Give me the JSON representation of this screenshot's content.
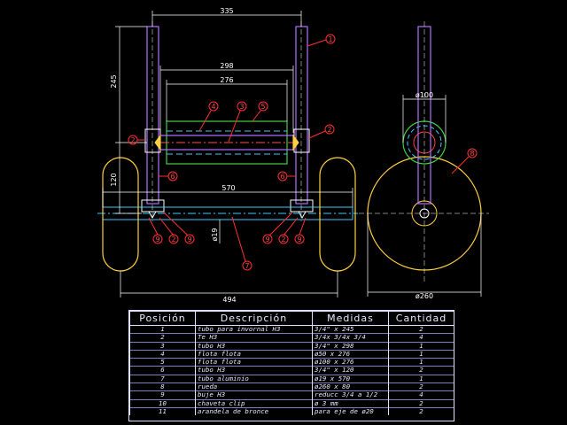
{
  "drawing": {
    "dimensions": {
      "d335": "335",
      "d298": "298",
      "d276": "276",
      "d245": "245",
      "d120": "120",
      "d570": "570",
      "d494": "494",
      "d19": "ø19",
      "d100": "ø100",
      "d260": "ø260"
    },
    "balloons": {
      "b1": "1",
      "b2": "2",
      "b3": "3",
      "b4": "4",
      "b5": "5",
      "b6": "6",
      "b7": "7",
      "b8": "8",
      "b9": "9"
    },
    "colors": {
      "tube": "#b070ff",
      "float": "#40d040",
      "aluminium": "#40c8ff",
      "wheel": "#ffd040",
      "dimension": "#ffffff",
      "callout": "#ff3030"
    }
  },
  "bom": {
    "headers": {
      "pos": "Posición",
      "desc": "Descripción",
      "med": "Medidas",
      "qty": "Cantidad"
    },
    "rows": [
      {
        "pos": "1",
        "desc": "tubo para invornal H3",
        "med": "3/4\" x 245",
        "qty": "2"
      },
      {
        "pos": "2",
        "desc": "Te H3",
        "med": "3/4x 3/4x 3/4",
        "qty": "4"
      },
      {
        "pos": "3",
        "desc": "tubo H3",
        "med": "3/4\" x 298",
        "qty": "1"
      },
      {
        "pos": "4",
        "desc": "flota flota",
        "med": "ø50 x 276",
        "qty": "1"
      },
      {
        "pos": "5",
        "desc": "flota flota",
        "med": "ø100 x 276",
        "qty": "1"
      },
      {
        "pos": "6",
        "desc": "tubo H3",
        "med": "3/4\" x 120",
        "qty": "2"
      },
      {
        "pos": "7",
        "desc": "tubo aluminio",
        "med": "ø19 x 570",
        "qty": "1"
      },
      {
        "pos": "8",
        "desc": "rueda",
        "med": "ø260 x 80",
        "qty": "2"
      },
      {
        "pos": "9",
        "desc": "buje H3",
        "med": "reducc 3/4 a 1/2",
        "qty": "4"
      },
      {
        "pos": "10",
        "desc": "chaveta clip",
        "med": "ø 3 mm",
        "qty": "2"
      },
      {
        "pos": "11",
        "desc": "arandela de bronce",
        "med": "para eje de ø20",
        "qty": "2"
      }
    ]
  }
}
